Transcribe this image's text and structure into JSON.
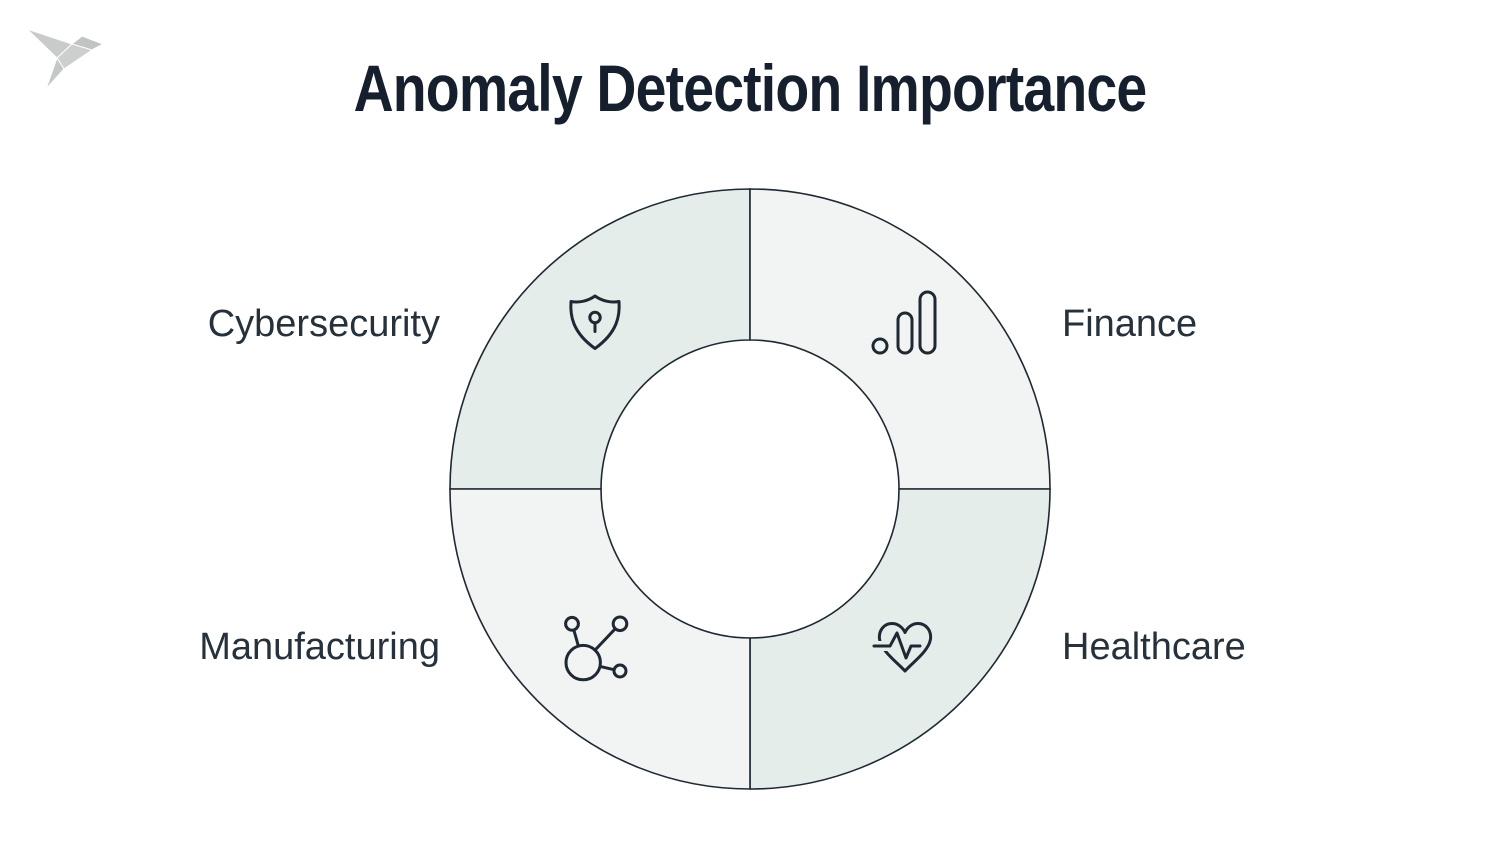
{
  "title": {
    "text": "Anomaly Detection Importance",
    "color": "#161f2d"
  },
  "logo": {
    "name": "origami-bird-logo",
    "color": "#c6c8c8"
  },
  "diagram": {
    "type": "donut-quadrants",
    "stroke_color": "#1f2933",
    "hole_fill": "#ffffff",
    "segments": [
      {
        "id": "cybersecurity",
        "label": "Cybersecurity",
        "icon": "shield-keyhole-icon",
        "position": "top-left",
        "fill": "#e5edea"
      },
      {
        "id": "finance",
        "label": "Finance",
        "icon": "bar-chart-icon",
        "position": "top-right",
        "fill": "#f2f3f3"
      },
      {
        "id": "healthcare",
        "label": "Healthcare",
        "icon": "heart-pulse-icon",
        "position": "bottom-right",
        "fill": "#e5edea"
      },
      {
        "id": "manufacturing",
        "label": "Manufacturing",
        "icon": "network-hub-icon",
        "position": "bottom-left",
        "fill": "#f2f3f3"
      }
    ]
  }
}
